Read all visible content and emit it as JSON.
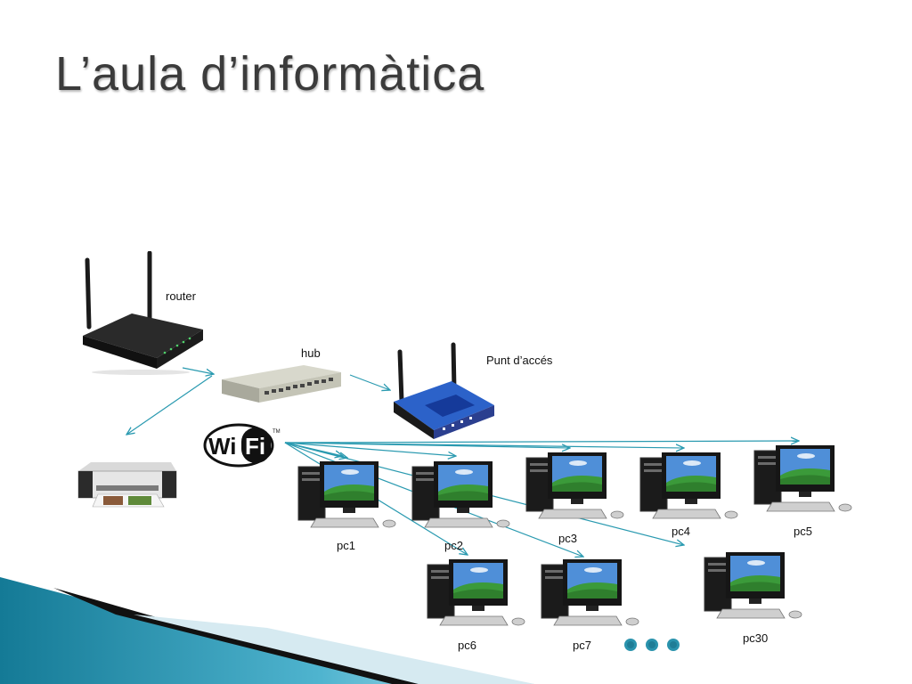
{
  "slide": {
    "title": "L’aula d’informàtica"
  },
  "devices": {
    "router": "router",
    "hub": "hub",
    "access_point": "Punt d’accés",
    "wifi_logo": "WiFi"
  },
  "pcs": {
    "pc1": "pc1",
    "pc2": "pc2",
    "pc3": "pc3",
    "pc4": "pc4",
    "pc5": "pc5",
    "pc6": "pc6",
    "pc7": "pc7",
    "pc30": "pc30"
  },
  "colors": {
    "arrow": "#2a9ab0",
    "accent": "#1a7d98",
    "title": "#3b3b3b"
  },
  "icons": [
    "wireless-router-icon",
    "network-hub-icon",
    "access-point-icon",
    "printer-icon",
    "wifi-logo-icon",
    "desktop-pc-icon",
    "ellipsis-dot-icon"
  ]
}
